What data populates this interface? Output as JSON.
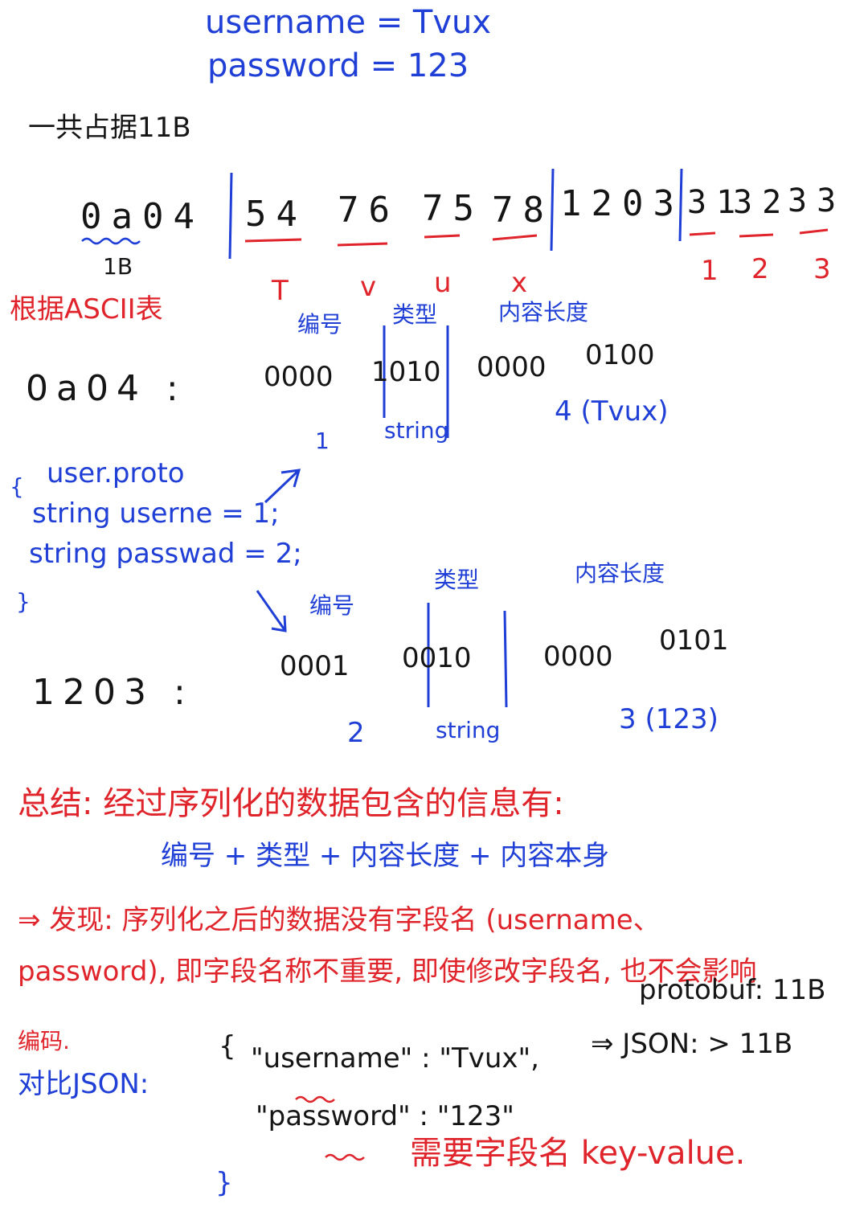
{
  "header": {
    "username_line": "username = Tvux",
    "password_line": "password = 123"
  },
  "total": "一共占据11B",
  "hex_row": {
    "g1": "0a04",
    "pairs": [
      "54",
      "76",
      "75",
      "78"
    ],
    "g3": "1203",
    "digits": [
      "31",
      "32",
      "33"
    ],
    "g1_size": "1B",
    "letters": [
      "T",
      "v",
      "u",
      "x"
    ],
    "digit_chars": [
      "1",
      "2",
      "3"
    ]
  },
  "ascii_note": "根据ASCII表",
  "field1": {
    "label_num": "编号",
    "label_type": "类型",
    "label_len": "内容长度",
    "hex": "0a04 :",
    "bits_a": "0000",
    "bits_b": "1010",
    "bits_c": "0000",
    "bits_d": "0100",
    "num_val": "1",
    "type_val": "string",
    "len_val": "4 (Tvux)"
  },
  "proto": {
    "open": "{",
    "title": "user.proto",
    "line1": "string userne = 1;",
    "line2": "string passwad = 2;",
    "close": "}"
  },
  "field2": {
    "label_num": "编号",
    "label_type": "类型",
    "label_len": "内容长度",
    "hex": "1203 :",
    "bits_a": "0001",
    "bits_b": "0010",
    "bits_c": "0000",
    "bits_d": "0101",
    "num_val": "2",
    "type_val": "string",
    "len_val": "3 (123)"
  },
  "summary": {
    "line1": "总结: 经过序列化的数据包含的信息有:",
    "formula": "编号 + 类型 + 内容长度 + 内容本身",
    "line2": "⇒ 发现: 序列化之后的数据没有字段名 (username、",
    "line3": "password), 即字段名称不重要, 即使修改字段名, 也不会影响",
    "line4": "编码.",
    "protobuf_size": "protobuf: 11B",
    "json_label": "对比JSON:",
    "json_open": "{",
    "json_line1": "\"username\" : \"Tvux\",",
    "json_size": "⇒ JSON: > 11B",
    "json_line2": "\"password\" : \"123\"",
    "json_close": "}",
    "kv_note": "需要字段名 key-value."
  }
}
